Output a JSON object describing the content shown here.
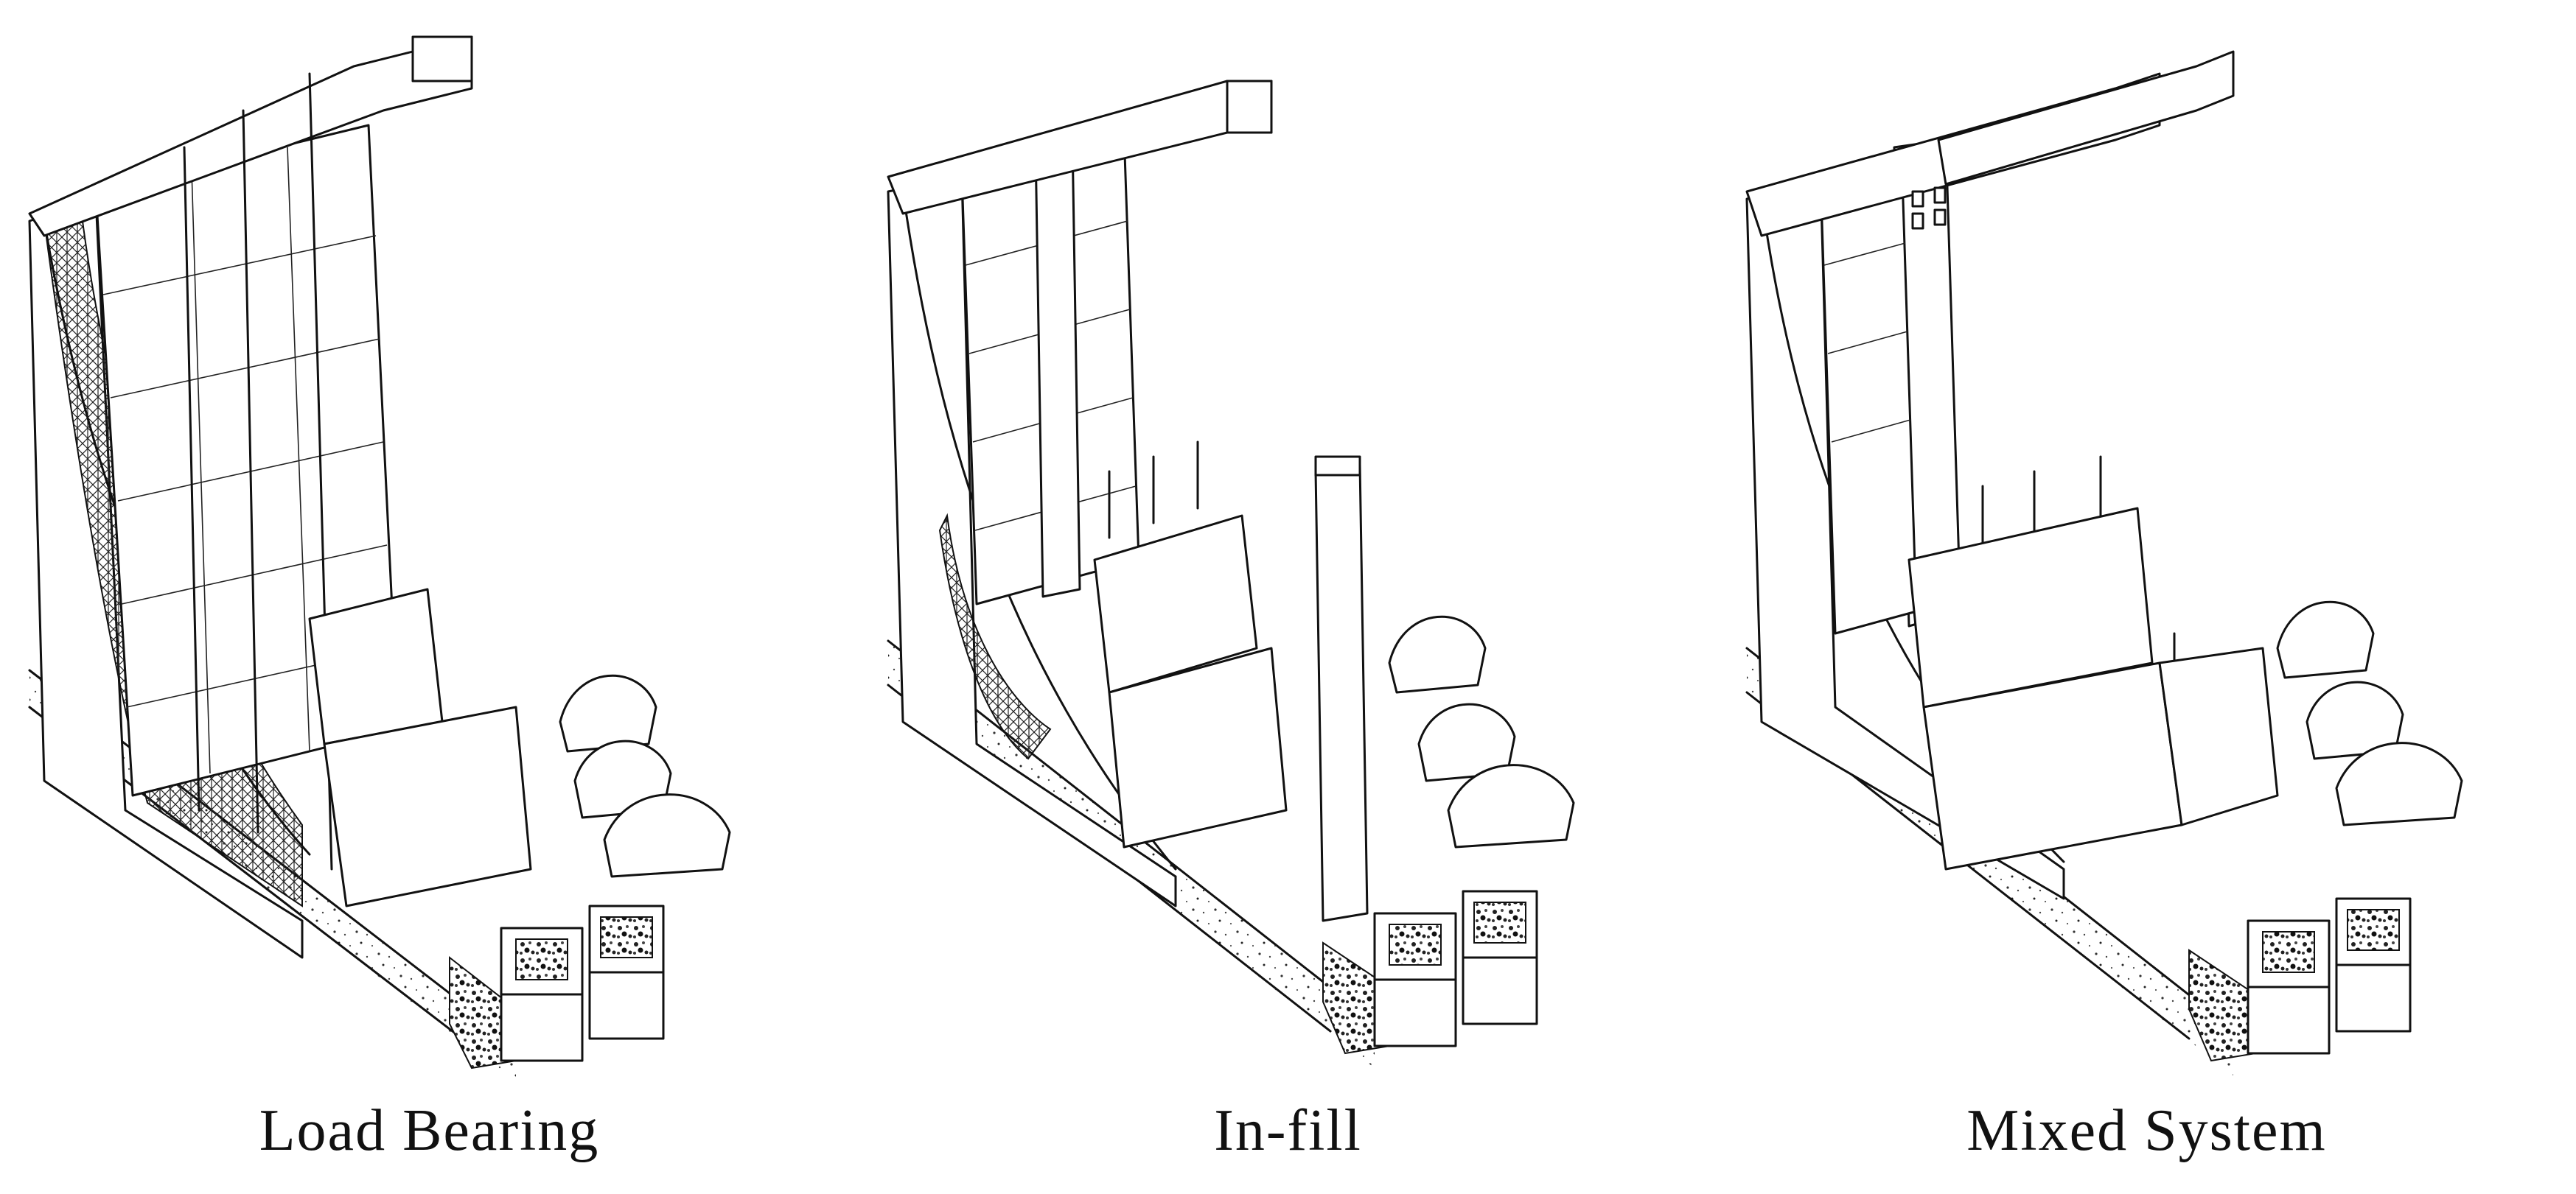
{
  "figure": {
    "panels": [
      {
        "id": "load-bearing",
        "caption": "Load Bearing"
      },
      {
        "id": "in-fill",
        "caption": "In-fill"
      },
      {
        "id": "mixed-system",
        "caption": "Mixed System"
      }
    ]
  }
}
